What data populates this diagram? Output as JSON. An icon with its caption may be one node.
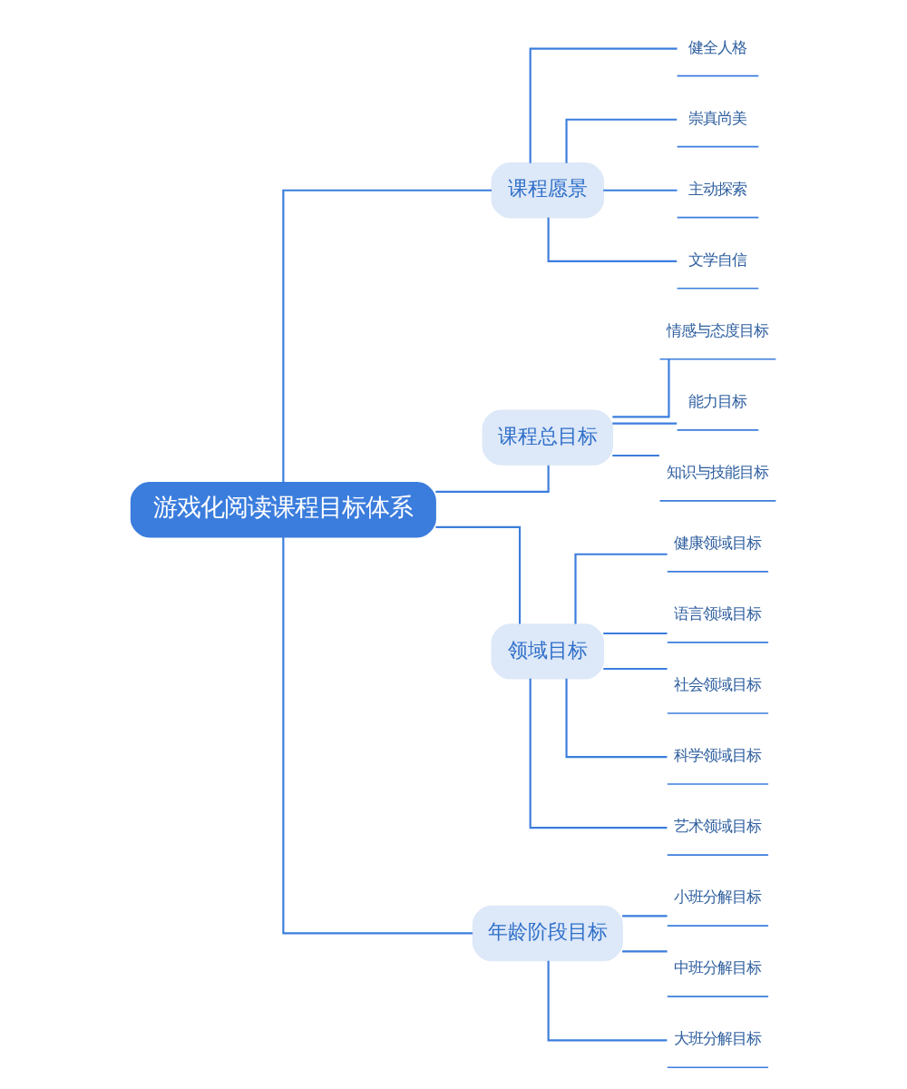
{
  "diagram": {
    "nodes": [
      {
        "text": [
          "游戏化阅读课程目标体系"
        ]
      },
      {
        "text": [
          "课程愿景"
        ]
      },
      {
        "text": [
          "健全人格"
        ]
      },
      {
        "text": [
          "崇真尚美"
        ]
      },
      {
        "text": [
          "主动探索"
        ]
      },
      {
        "text": [
          "文学自信"
        ]
      },
      {
        "text": [
          "课程总目标"
        ]
      },
      {
        "text": [
          "情感与态度目标"
        ]
      },
      {
        "text": [
          "能力目标"
        ]
      },
      {
        "text": [
          "知识与技能目标"
        ]
      },
      {
        "text": [
          "领域目标"
        ]
      },
      {
        "text": [
          "健康领域目标"
        ]
      },
      {
        "text": [
          "语言领域目标"
        ]
      },
      {
        "text": [
          "社会领域目标"
        ]
      },
      {
        "text": [
          "科学领域目标"
        ]
      },
      {
        "text": [
          "艺术领域目标"
        ]
      },
      {
        "text": [
          "年龄阶段目标"
        ]
      },
      {
        "text": [
          "小班分解目标"
        ]
      },
      {
        "text": [
          "中班分解目标"
        ]
      },
      {
        "text": [
          "大班分解目标"
        ]
      }
    ],
    "edges": [
      {
        "from": 0,
        "to": 1,
        "arrow": "none"
      },
      {
        "from": 1,
        "to": 2,
        "arrow": "none"
      },
      {
        "from": 1,
        "to": 3,
        "arrow": "none"
      },
      {
        "from": 1,
        "to": 4,
        "arrow": "none"
      },
      {
        "from": 1,
        "to": 5,
        "arrow": "none"
      },
      {
        "from": 0,
        "to": 6,
        "arrow": "none"
      },
      {
        "from": 6,
        "to": 7,
        "arrow": "none"
      },
      {
        "from": 6,
        "to": 8,
        "arrow": "none"
      },
      {
        "from": 6,
        "to": 9,
        "arrow": "none"
      },
      {
        "from": 0,
        "to": 10,
        "arrow": "none"
      },
      {
        "from": 10,
        "to": 11,
        "arrow": "none"
      },
      {
        "from": 10,
        "to": 12,
        "arrow": "none"
      },
      {
        "from": 10,
        "to": 13,
        "arrow": "none"
      },
      {
        "from": 10,
        "to": 14,
        "arrow": "none"
      },
      {
        "from": 10,
        "to": 15,
        "arrow": "none"
      },
      {
        "from": 0,
        "to": 16,
        "arrow": "none"
      },
      {
        "from": 16,
        "to": 17,
        "arrow": "none"
      },
      {
        "from": 16,
        "to": 18,
        "arrow": "none"
      },
      {
        "from": 16,
        "to": 19,
        "arrow": "none"
      }
    ]
  }
}
